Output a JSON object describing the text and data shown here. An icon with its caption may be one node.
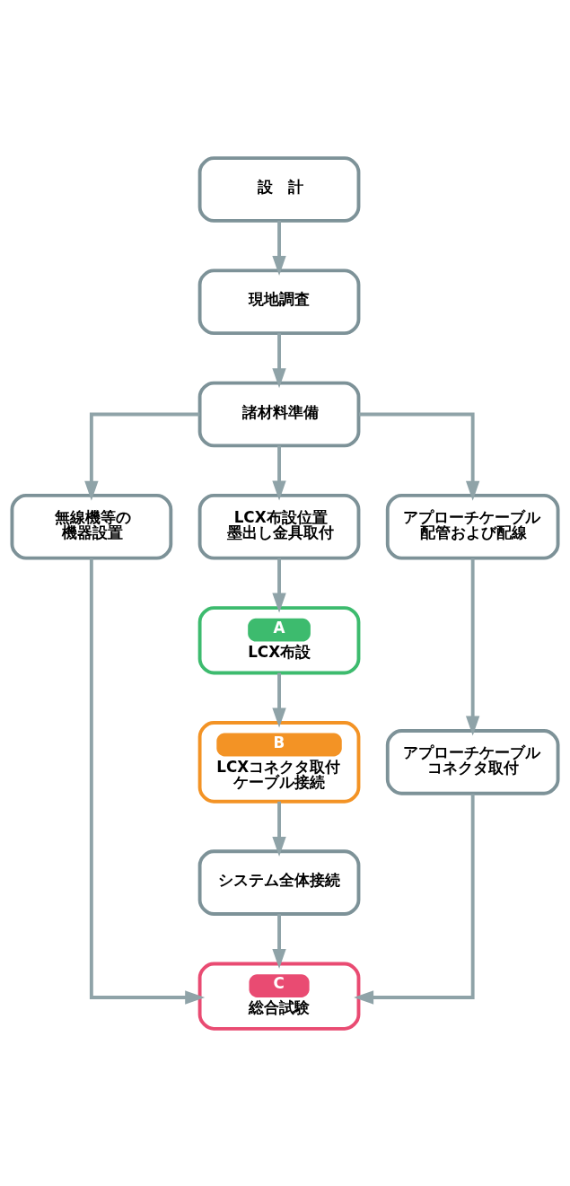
{
  "diagram": {
    "nodes": [
      {
        "text": [
          "設　計"
        ]
      },
      {
        "text": [
          "現地調査"
        ]
      },
      {
        "text": [
          "諸材料準備"
        ]
      },
      {
        "text": [
          "無線機等の機器設置"
        ]
      },
      {
        "text": [
          "LCX布設位置墨出し金具取付"
        ]
      },
      {
        "text": [
          "アプローチケーブル配管および配線"
        ]
      },
      {
        "text": [
          "A",
          "LCX布設"
        ]
      },
      {
        "text": [
          "アプローチケーブルコネクタ取付"
        ]
      },
      {
        "text": [
          "B",
          "LCXコネクタ取付ケーブル接続"
        ]
      },
      {
        "text": [
          "システム全体接続"
        ]
      },
      {
        "text": [
          "C",
          "総合試験"
        ]
      }
    ],
    "edges": [
      {
        "from": 0,
        "to": 1,
        "arrow": "to"
      },
      {
        "from": 1,
        "to": 2,
        "arrow": "to"
      },
      {
        "from": 2,
        "to": 3,
        "arrow": "to"
      },
      {
        "from": 2,
        "to": 4,
        "arrow": "to"
      },
      {
        "from": 2,
        "to": 5,
        "arrow": "to"
      },
      {
        "from": 4,
        "to": 6,
        "arrow": "to"
      },
      {
        "from": 5,
        "to": 7,
        "arrow": "to"
      },
      {
        "from": 6,
        "to": 8,
        "arrow": "to"
      },
      {
        "from": 8,
        "to": 9,
        "arrow": "to"
      },
      {
        "from": 9,
        "to": 10,
        "arrow": "to"
      },
      {
        "from": 3,
        "to": 10,
        "arrow": "to"
      },
      {
        "from": 7,
        "to": 10,
        "arrow": "to"
      }
    ]
  }
}
